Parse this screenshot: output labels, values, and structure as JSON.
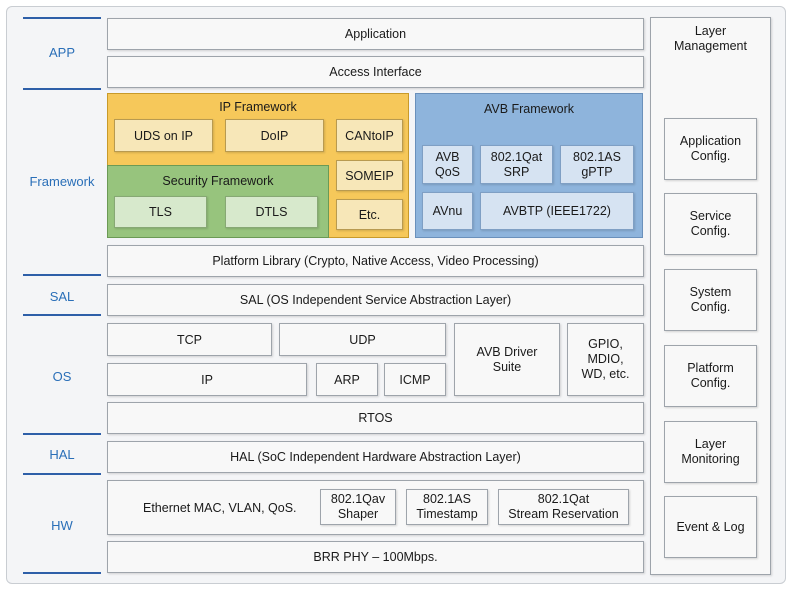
{
  "layers": {
    "app": "APP",
    "framework": "Framework",
    "sal": "SAL",
    "os": "OS",
    "hal": "HAL",
    "hw": "HW"
  },
  "app": {
    "application": "Application",
    "access_interface": "Access Interface"
  },
  "ip_framework": {
    "title": "IP Framework",
    "uds": "UDS on IP",
    "doip": "DoIP",
    "cantoip": "CANtoIP",
    "someip": "SOMEIP",
    "etc": "Etc."
  },
  "security_framework": {
    "title": "Security Framework",
    "tls": "TLS",
    "dtls": "DTLS"
  },
  "avb_framework": {
    "title": "AVB Framework",
    "avb_qos": "AVB\nQoS",
    "srp": "802.1Qat\nSRP",
    "gptp": "802.1AS\ngPTP",
    "avnu": "AVnu",
    "avbtp": "AVBTP (IEEE1722)"
  },
  "platform_library": "Platform Library (Crypto, Native Access, Video Processing)",
  "sal": "SAL (OS Independent  Service Abstraction Layer)",
  "os": {
    "tcp": "TCP",
    "udp": "UDP",
    "ip": "IP",
    "arp": "ARP",
    "icmp": "ICMP",
    "avb_driver": "AVB Driver\nSuite",
    "gpio": "GPIO,\nMDIO,\nWD, etc.",
    "rtos": "RTOS"
  },
  "hal": "HAL (SoC Independent  Hardware Abstraction Layer)",
  "hw": {
    "ethernet": "Ethernet MAC, VLAN, QoS.",
    "qav": "802.1Qav\nShaper",
    "as": "802.1AS\nTimestamp",
    "qat": "802.1Qat\nStream Reservation",
    "phy": "BRR PHY – 100Mbps."
  },
  "management": {
    "title": "Layer\nManagement",
    "app_config": "Application\nConfig.",
    "service_config": "Service\nConfig.",
    "system_config": "System\nConfig.",
    "platform_config": "Platform\nConfig.",
    "monitoring": "Layer\nMonitoring",
    "event_log": "Event & Log"
  }
}
